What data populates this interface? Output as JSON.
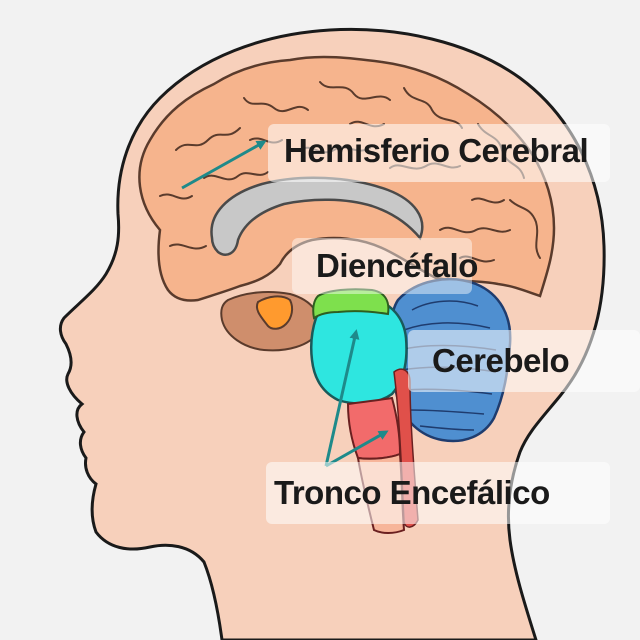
{
  "labels": {
    "hemisferio": "Hemisferio Cerebral",
    "diencefalo": "Diencéfalo",
    "cerebelo": "Cerebelo",
    "tronco": "Tronco Encefálico"
  },
  "colors": {
    "background": "#f2f2f2",
    "skin": "#f7d0bb",
    "cerebrum": "#f6b48d",
    "corpus_callosum": "#c8c8c8",
    "diencephalon": "#2ee6e0",
    "hypothalamus_band": "#7ee04d",
    "cerebellum": "#4f8fd0",
    "brainstem_upper": "#f26b6b",
    "brainstem_lower": "#f7b59a",
    "arrow": "#1e8a8a",
    "label_background": "#ffffff"
  }
}
